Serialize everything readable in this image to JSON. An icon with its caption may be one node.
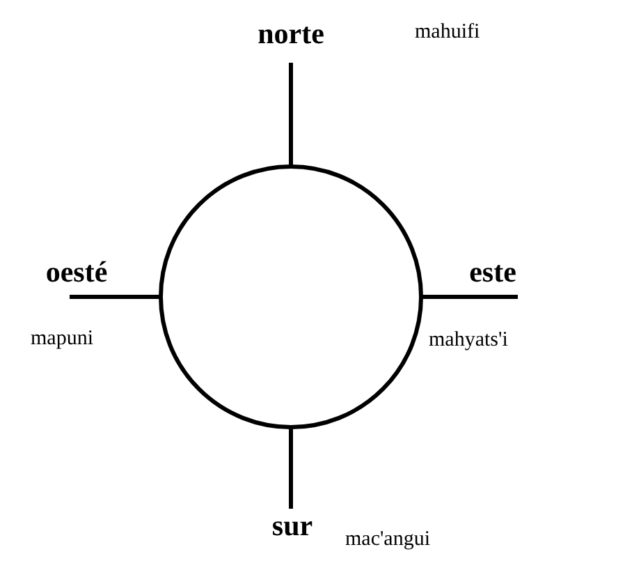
{
  "diagram": {
    "nodes": [
      {
        "text": [],
        "shape": "circle"
      },
      {
        "text": [
          "norte"
        ]
      },
      {
        "text": [
          "oesté"
        ]
      },
      {
        "text": [
          "este"
        ]
      },
      {
        "text": [
          "sur"
        ]
      }
    ],
    "edges": [
      {
        "from": 0,
        "to": 1,
        "arrow": "none"
      },
      {
        "from": 0,
        "to": 2,
        "arrow": "none"
      },
      {
        "from": 0,
        "to": 3,
        "arrow": "none"
      },
      {
        "from": 0,
        "to": 4,
        "arrow": "none"
      }
    ],
    "labels": [
      "mahuifi",
      "mapuni",
      "mahyats'i",
      "mac'angui"
    ]
  }
}
